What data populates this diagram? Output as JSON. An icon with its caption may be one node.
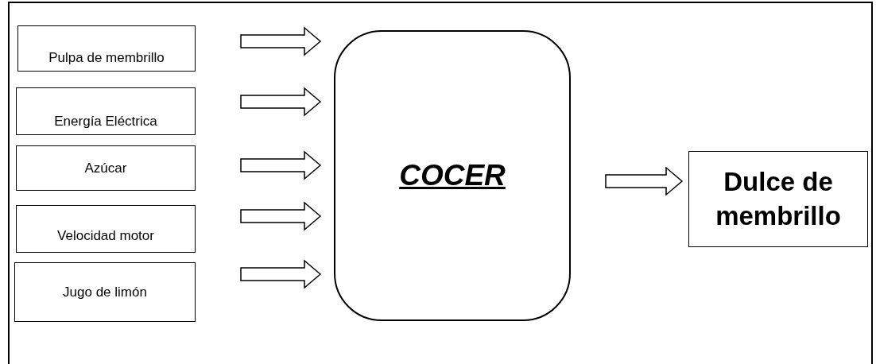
{
  "diagram": {
    "nodes": [
      {
        "text": [
          "Pulpa de membrillo"
        ]
      },
      {
        "text": [
          "Energía Eléctrica"
        ]
      },
      {
        "text": [
          "Azúcar"
        ]
      },
      {
        "text": [
          "Velocidad motor"
        ]
      },
      {
        "text": [
          "Jugo de limón"
        ]
      },
      {
        "text": [
          "COCER"
        ]
      },
      {
        "text": [
          "Dulce de membrillo"
        ]
      }
    ],
    "edges": [
      {
        "from": 0,
        "to": 5,
        "arrow": "to"
      },
      {
        "from": 1,
        "to": 5,
        "arrow": "to"
      },
      {
        "from": 2,
        "to": 5,
        "arrow": "to"
      },
      {
        "from": 3,
        "to": 5,
        "arrow": "to"
      },
      {
        "from": 4,
        "to": 5,
        "arrow": "to"
      },
      {
        "from": 5,
        "to": 6,
        "arrow": "to"
      }
    ]
  }
}
